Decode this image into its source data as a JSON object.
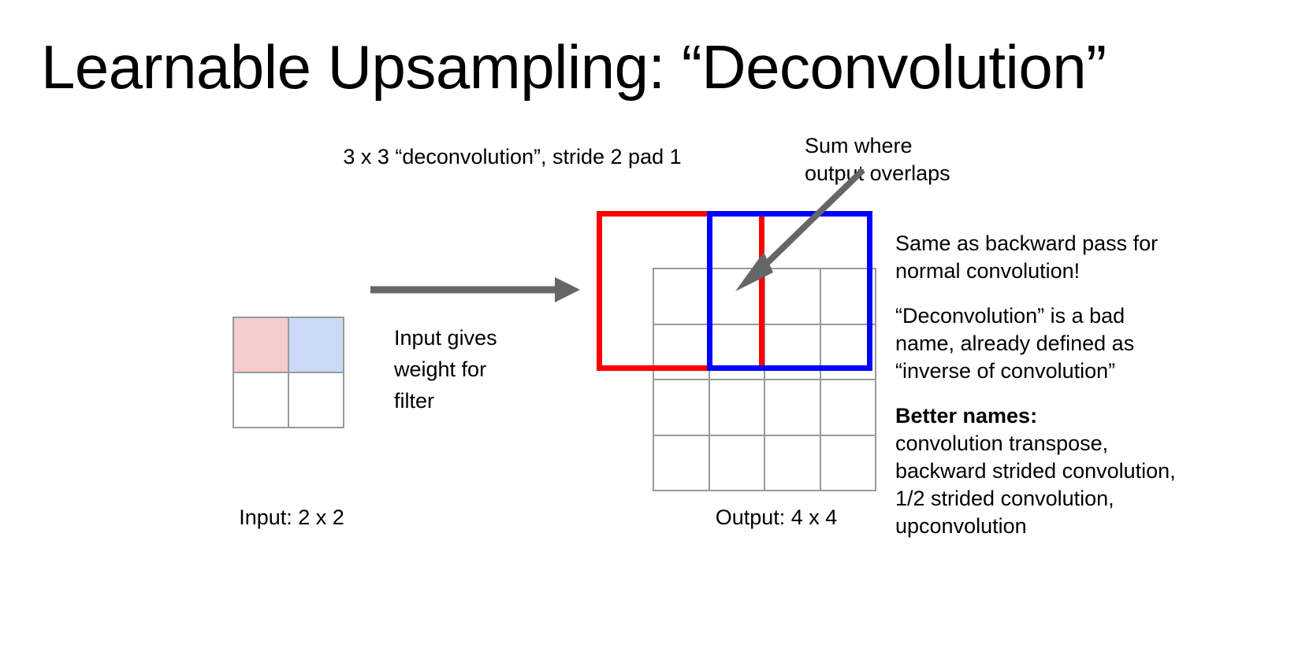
{
  "slide": {
    "title": "Learnable Upsampling: “Deconvolution”",
    "background_color": "#ffffff"
  },
  "labels": {
    "caption_deconv": "3 x 3 “deconvolution”, stride 2 pad 1",
    "sum_where": "Sum where",
    "output_overlaps": "output overlaps",
    "input_gives": "Input gives",
    "weight_for": "weight for",
    "filter": "filter",
    "input_caption": "Input: 2 x 2",
    "output_caption": "Output: 4 x 4"
  },
  "notes": {
    "same_as_backward_1": "Same as backward pass for",
    "same_as_backward_2": "normal convolution!",
    "bad_name_1": "“Deconvolution” is a bad",
    "bad_name_2": "name, already defined as",
    "bad_name_3": "“inverse of convolution”",
    "better_names_heading": "Better names:",
    "better_names_1": "convolution transpose,",
    "better_names_2": "backward strided convolution,",
    "better_names_3": "1/2 strided convolution,",
    "better_names_4": "upconvolution"
  },
  "input_grid": {
    "rows": 2,
    "cols": 2,
    "cells": [
      {
        "name": "input-cell-0-0",
        "fill": "#f4cccc"
      },
      {
        "name": "input-cell-0-1",
        "fill": "#c9daf8"
      },
      {
        "name": "input-cell-1-0",
        "fill": "#ffffff"
      },
      {
        "name": "input-cell-1-1",
        "fill": "#ffffff"
      }
    ],
    "border_color": "#9a9a9a"
  },
  "output_grid": {
    "rows": 4,
    "cols": 4,
    "cell_fill": "#ffffff",
    "border_color": "#9a9a9a"
  },
  "overlays": {
    "red_filter_color": "#ff0000",
    "blue_filter_color": "#0000ff",
    "arrow_color": "#666666"
  }
}
